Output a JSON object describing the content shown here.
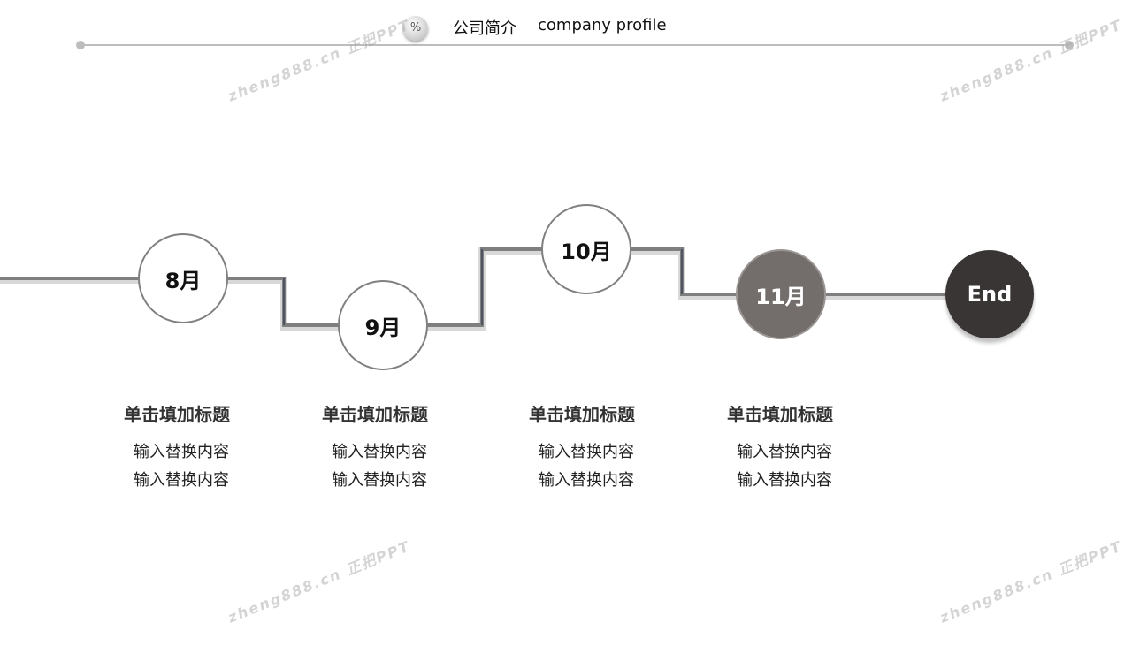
{
  "header": {
    "icon": "percent-icon",
    "icon_text": "%",
    "title_cn": "公司简介",
    "title_en": "company profile"
  },
  "timeline": [
    {
      "label": "8月",
      "title": "单击填加标题",
      "lines": [
        "输入替换内容",
        "输入替换内容"
      ]
    },
    {
      "label": "9月",
      "title": "单击填加标题",
      "lines": [
        "输入替换内容",
        "输入替换内容"
      ]
    },
    {
      "label": "10月",
      "title": "单击填加标题",
      "lines": [
        "输入替换内容",
        "输入替换内容"
      ]
    },
    {
      "label": "11月",
      "title": "单击填加标题",
      "lines": [
        "输入替换内容",
        "输入替换内容"
      ]
    },
    {
      "label": "End"
    }
  ],
  "watermark": "zheng888.cn 正把PPT",
  "colors": {
    "line": "#7f7f7f",
    "active": "#736d6c",
    "end": "#3a3535"
  }
}
